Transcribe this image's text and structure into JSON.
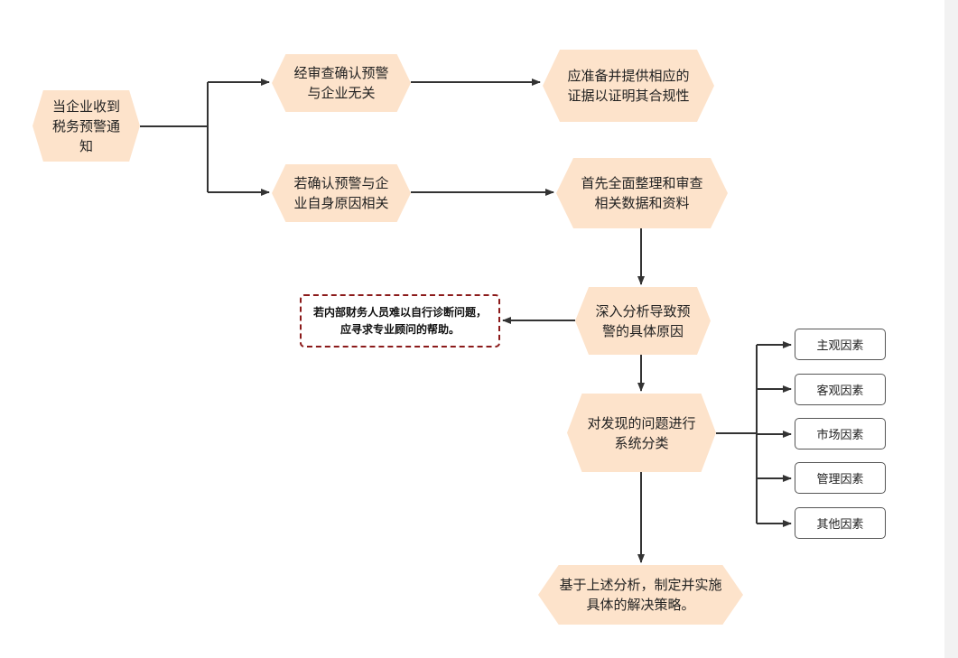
{
  "nodes": {
    "start": "当企业收到税务预警通知",
    "unrelated": "经审查确认预警与企业无关",
    "provide_evidence": "应准备并提供相应的证据以证明其合规性",
    "related": "若确认预警与企业自身原因相关",
    "organize_data": "首先全面整理和审查相关数据和资料",
    "analyze_cause": "深入分析导致预警的具体原因",
    "expert_note": "若内部财务人员难以自行诊断问题，应寻求专业顾问的帮助。",
    "classify": "对发现的问题进行系统分类",
    "strategy": "基于上述分析，制定并实施具体的解决策略。"
  },
  "factors": [
    "主观因素",
    "客观因素",
    "市场因素",
    "管理因素",
    "其他因素"
  ],
  "colors": {
    "hex_fill": "#fde3cb",
    "connector": "#333333",
    "note_border": "#8b1a1a",
    "factor_border": "#555555"
  }
}
